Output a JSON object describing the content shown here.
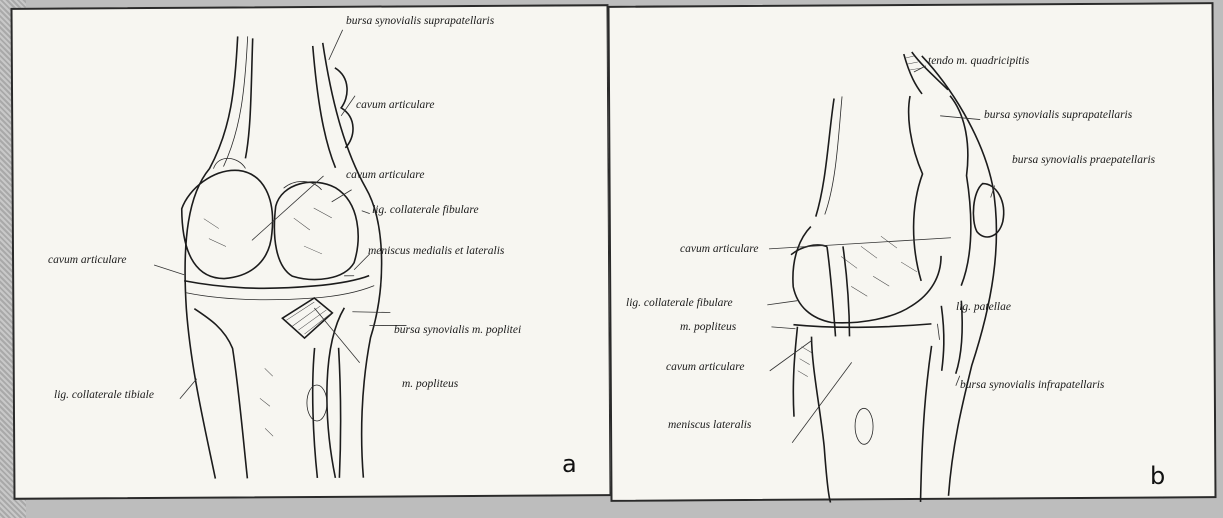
{
  "panel_a": {
    "letter": "a",
    "labels": [
      "bursa synovialis suprapatellaris",
      "cavum articulare",
      "cavum articulare",
      "lig. collaterale fibulare",
      "meniscus medialis et lateralis",
      "cavum articulare",
      "bursa synovialis m. poplitei",
      "m. popliteus",
      "lig. collaterale tibiale"
    ]
  },
  "panel_b": {
    "letter": "b",
    "labels": [
      "tendo m. quadricipitis",
      "bursa synovialis suprapatellaris",
      "bursa synovialis praepatellaris",
      "cavum articulare",
      "lig. collaterale fibulare",
      "lig. patellae",
      "m. popliteus",
      "cavum articulare",
      "bursa synovialis infrapatellaris",
      "meniscus lateralis"
    ]
  }
}
